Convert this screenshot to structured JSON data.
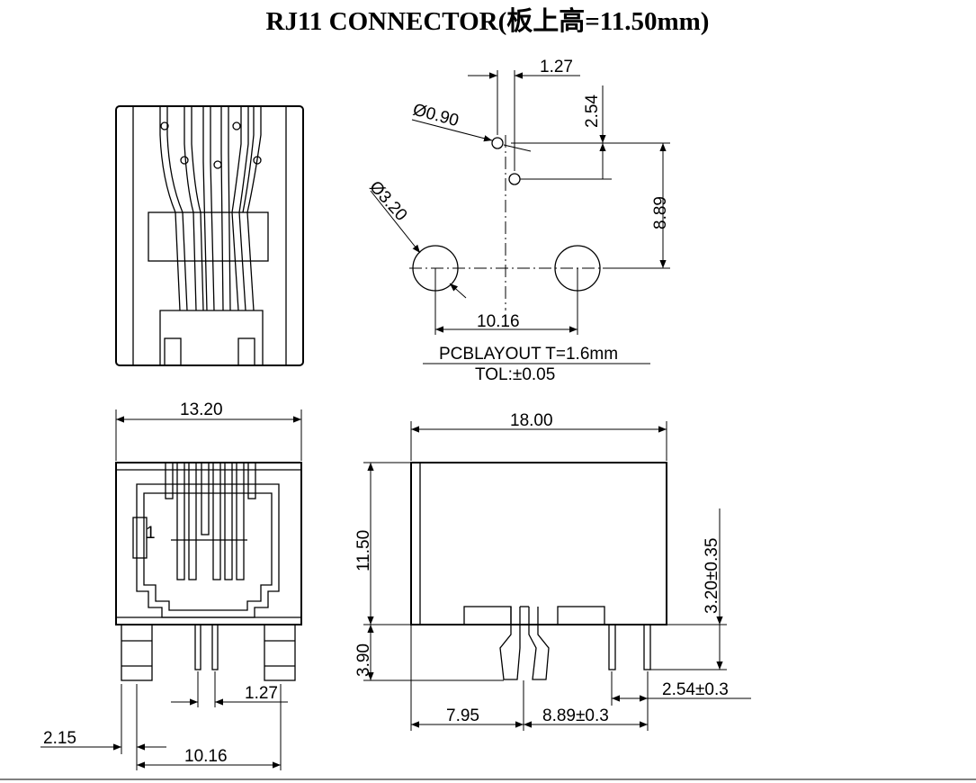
{
  "title": "RJ11 CONNECTOR(板上高=11.50mm)",
  "pcb_layout": {
    "hole_small_pitch": "1.27",
    "row_offset": "2.54",
    "small_hole_dia": "Ø0.90",
    "large_hole_dia": "Ø3.20",
    "large_hole_spacing": "10.16",
    "vertical_offset": "8.89",
    "note_line1": "PCBLAYOUT T=1.6mm",
    "note_line2": "TOL:±0.05"
  },
  "front_view": {
    "width": "13.20",
    "pin_pitch": "1.27",
    "peg_offset": "2.15",
    "peg_spacing": "10.16",
    "pin1_label": "1"
  },
  "side_view": {
    "length": "18.00",
    "height": "11.50",
    "pin_length": "3.90",
    "overhang": "3.20±0.35",
    "front_to_peg": "7.95",
    "peg_to_pin": "8.89±0.3",
    "pin_pitch": "2.54±0.3"
  }
}
